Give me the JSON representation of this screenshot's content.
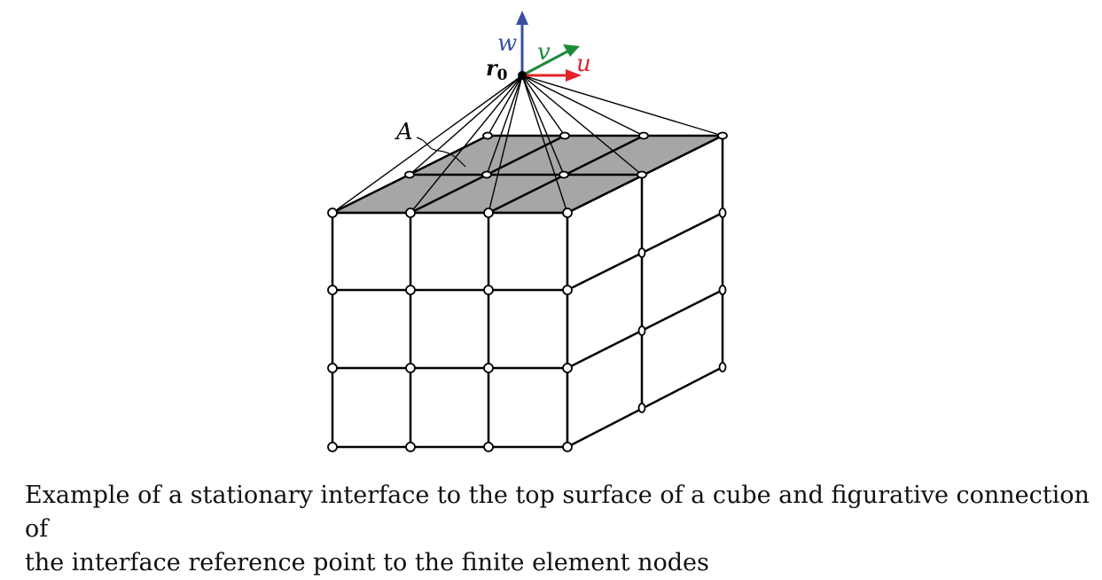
{
  "diagram": {
    "labels": {
      "reference_point": "r",
      "reference_point_sub": "0",
      "axis_w": "w",
      "axis_v": "v",
      "axis_u": "u",
      "surface": "A"
    },
    "colors": {
      "axis_w": "#3a4fa3",
      "axis_v": "#1e8a3c",
      "axis_u": "#e0242a",
      "top_face": "#a6a6a6"
    }
  },
  "caption": {
    "line1": "Example of a stationary interface to the top surface of a cube and figurative connection of",
    "line2": "the interface reference point to the finite element nodes"
  }
}
